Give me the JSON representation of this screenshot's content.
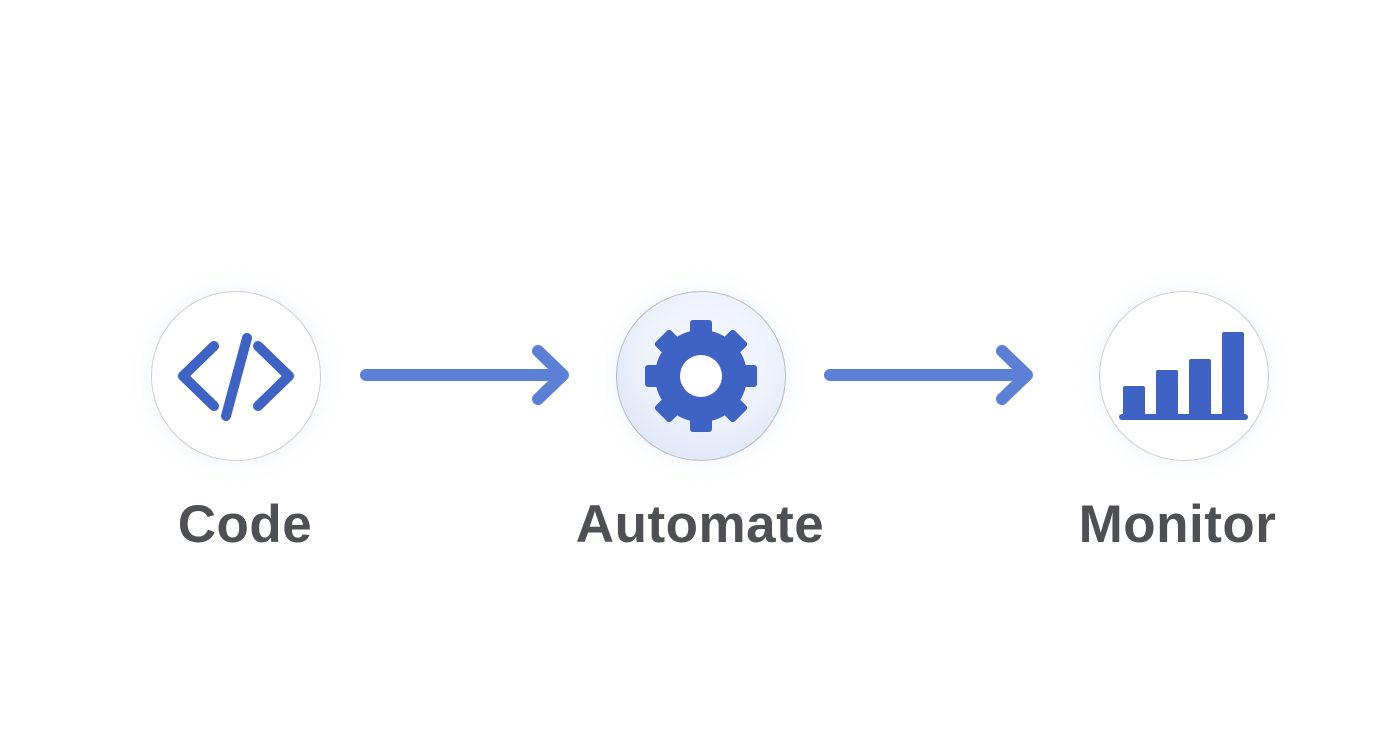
{
  "diagram": {
    "steps": [
      {
        "label": "Code",
        "icon": "code-brackets-icon"
      },
      {
        "label": "Automate",
        "icon": "gear-icon"
      },
      {
        "label": "Monitor",
        "icon": "bar-chart-icon"
      }
    ],
    "colors": {
      "accent": "#3f63c4",
      "arrow": "#5b80d6",
      "label": "#4f5054",
      "circle_border": "#cfcfd3"
    }
  }
}
